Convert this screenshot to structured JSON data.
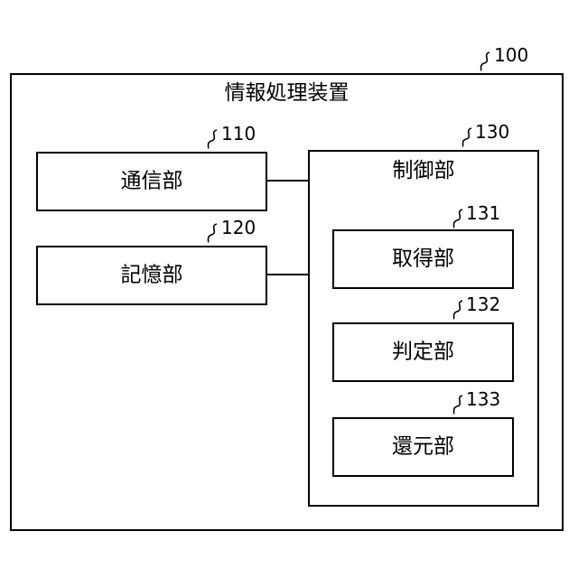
{
  "device": {
    "ref": "100",
    "title": "情報処理装置"
  },
  "communication_unit": {
    "ref": "110",
    "label": "通信部"
  },
  "storage_unit": {
    "ref": "120",
    "label": "記憶部"
  },
  "control_unit": {
    "ref": "130",
    "label": "制御部",
    "sub_units": [
      {
        "ref": "131",
        "label": "取得部"
      },
      {
        "ref": "132",
        "label": "判定部"
      },
      {
        "ref": "133",
        "label": "還元部"
      }
    ]
  }
}
